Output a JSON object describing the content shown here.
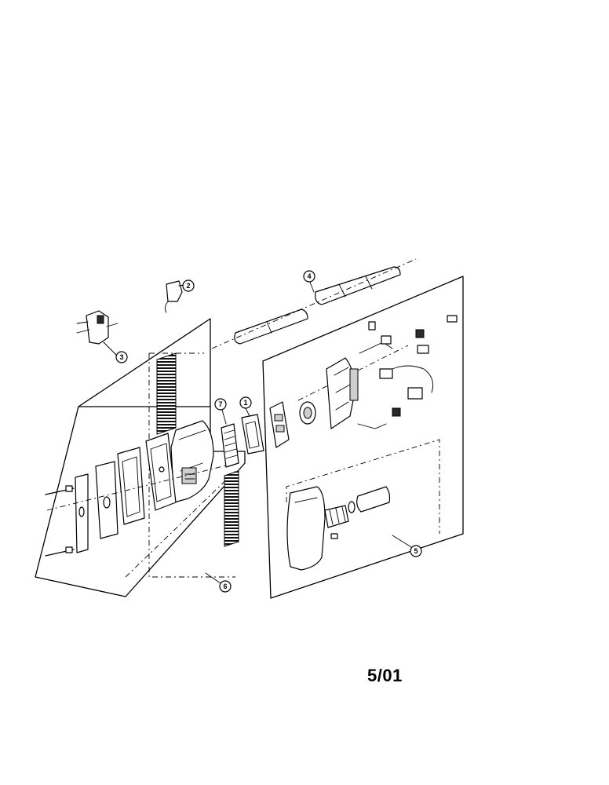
{
  "diagram": {
    "callouts": [
      "1",
      "2",
      "3",
      "4",
      "5",
      "6",
      "7"
    ],
    "date_code": "5/01"
  }
}
